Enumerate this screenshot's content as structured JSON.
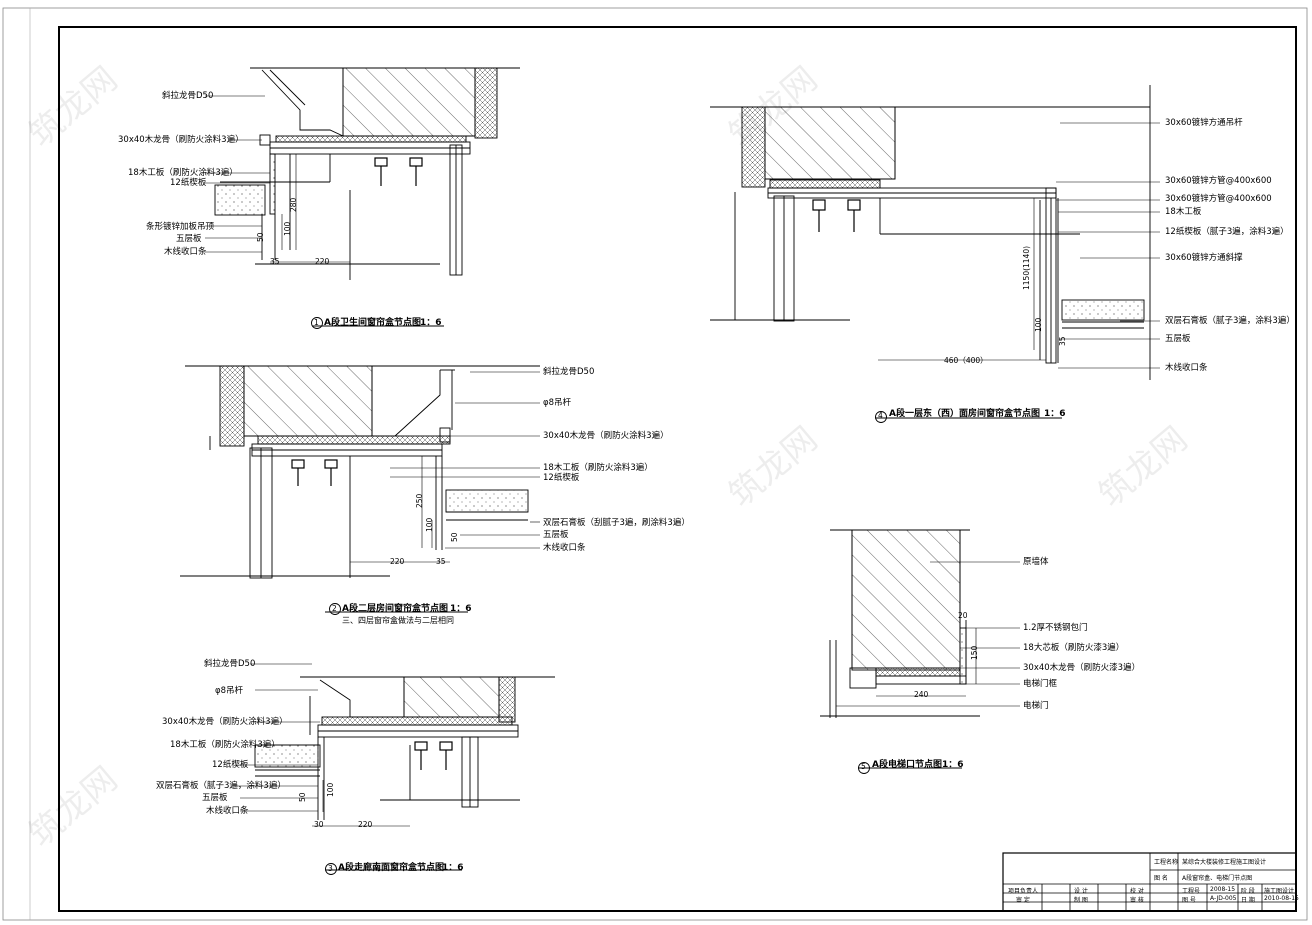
{
  "details": [
    {
      "number": "1",
      "title": "A段卫生间窗帘盒节点图",
      "scale": "1：6",
      "labels": [
        "斜拉龙骨D50",
        "30x40木龙骨（刷防火涂料3遍）",
        "18木工板（刷防火涂料3遍）",
        "12纸楔板",
        "条形镀锌加板吊顶",
        "五层板",
        "木线收口条"
      ],
      "dims": [
        "35",
        "220",
        "100",
        "50",
        "280"
      ]
    },
    {
      "number": "2",
      "title": "A段二层房间窗帘盒节点图",
      "subtitle": "三、四层窗帘盒做法与二层相同",
      "scale": "1：6",
      "labels": [
        "斜拉龙骨D50",
        "φ8吊杆",
        "30x40木龙骨（刷防火涂料3遍）",
        "18木工板（刷防火涂料3遍）",
        "12纸楔板",
        "双层石膏板（刮腻子3遍，刷涂料3遍）",
        "五层板",
        "木线收口条"
      ],
      "dims": [
        "220",
        "35",
        "250",
        "100",
        "50"
      ]
    },
    {
      "number": "3",
      "title": "A段走廊南面窗帘盒节点图",
      "scale": "1：6",
      "labels": [
        "斜拉龙骨D50",
        "φ8吊杆",
        "30x40木龙骨（刷防火涂料3遍）",
        "18木工板（刷防火涂料3遍）",
        "12纸楔板",
        "双层石膏板（腻子3遍，涂料3遍）",
        "五层板",
        "木线收口条"
      ],
      "dims": [
        "30",
        "220",
        "100",
        "50"
      ]
    },
    {
      "number": "4",
      "title": "A段一层东（西）面房间窗帘盒节点图",
      "scale": "1：6",
      "labels": [
        "30x60镀锌方通吊杆",
        "30x60镀锌方管@400x600",
        "30x60镀锌方管@400x600",
        "18木工板",
        "12纸楔板（腻子3遍，涂料3遍）",
        "30x60镀锌方通斜撑",
        "双层石膏板（腻子3遍，涂料3遍）",
        "五层板",
        "木线收口条"
      ],
      "dims": [
        "460（400）",
        "1150(1140)",
        "100",
        "35"
      ]
    },
    {
      "number": "5",
      "title": "A段电梯口节点图",
      "scale": "1：6",
      "labels": [
        "原墙体",
        "1.2厚不锈钢包门",
        "18大芯板（刷防火漆3遍）",
        "30x40木龙骨（刷防火漆3遍）",
        "电梯门框",
        "电梯门"
      ],
      "dims": [
        "20",
        "150",
        "240"
      ]
    }
  ],
  "title_block": {
    "project_label": "工程名称",
    "project_name": "某综合大楼装修工程施工图设计",
    "drawing_label": "图 名",
    "drawing_name": "A段窗帘盒、电梯门节点图",
    "roles": [
      "项目负责人",
      "设 计",
      "校 对",
      "审 定",
      "制 图",
      "审 核"
    ],
    "job_no_label": "工程号",
    "job_no": "2008-15",
    "sheet_no_label": "图 号",
    "sheet_no": "A-JD-005",
    "stage_label": "阶 段",
    "stage": "施工图设计",
    "date_label": "日 期",
    "date": "2010-08-15"
  },
  "watermark": "筑龙网",
  "colors": {
    "line": "#000000",
    "hatch": "#555555",
    "paper": "#ffffff",
    "watermark": "rgba(0,0,0,0.07)"
  }
}
